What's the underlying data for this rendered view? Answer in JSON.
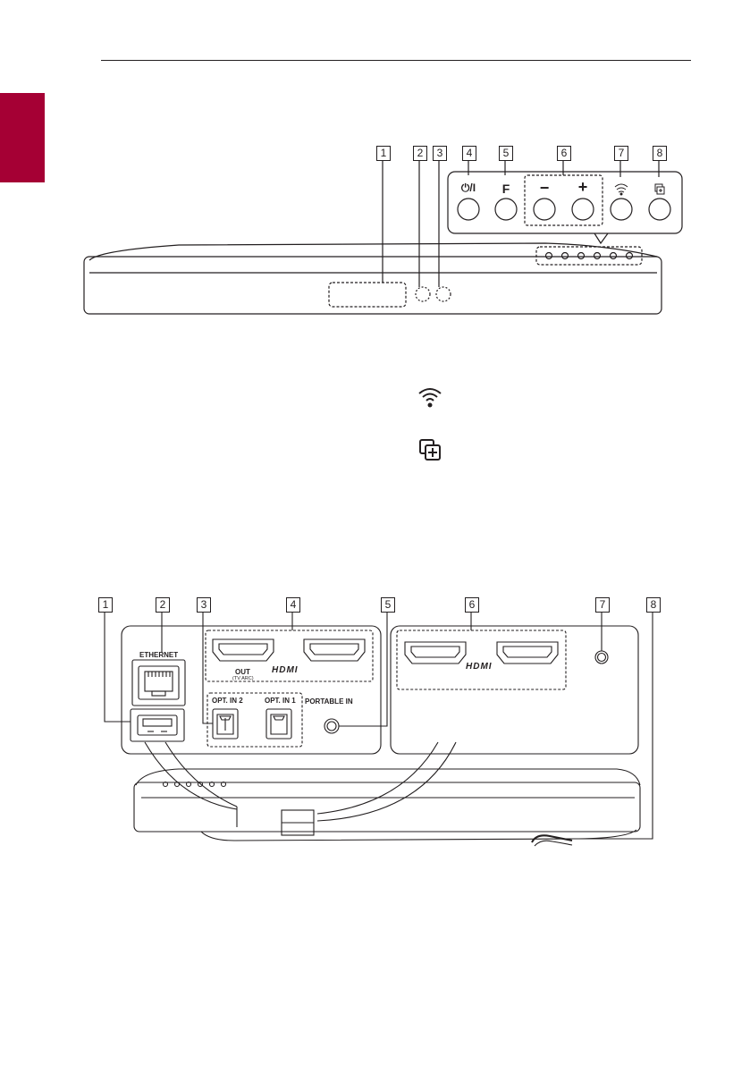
{
  "front_panel": {
    "callouts": [
      "1",
      "2",
      "3",
      "4",
      "5",
      "6",
      "7",
      "8"
    ],
    "buttons": {
      "power": "⏻/I",
      "function": "F",
      "volume_down": "−",
      "volume_up": "+"
    },
    "icons": [
      "wifi-icon",
      "add-speaker-icon"
    ]
  },
  "rear_panel": {
    "callouts": [
      "1",
      "2",
      "3",
      "4",
      "5",
      "6",
      "7",
      "8"
    ],
    "labels": {
      "ethernet": "ETHERNET",
      "out": "OUT",
      "tv_arc": "(TV ARC)",
      "hdmi_left": "HDMI",
      "hdmi_right": "HDMI",
      "opt_in_2": "OPT. IN 2",
      "opt_in_1": "OPT. IN 1",
      "portable_in": "PORTABLE IN"
    }
  },
  "colors": {
    "accent": "#a50034",
    "line": "#231f20"
  }
}
